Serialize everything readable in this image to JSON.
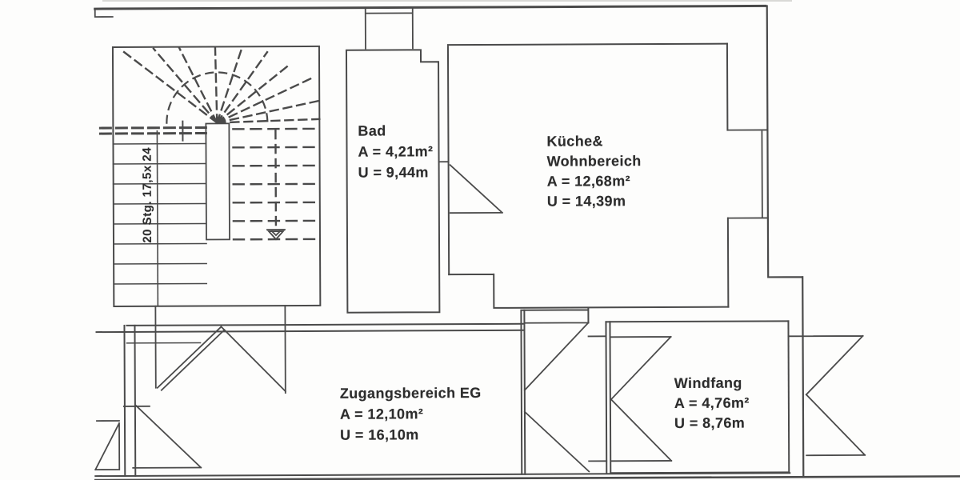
{
  "rooms": {
    "bad": {
      "name": "Bad",
      "area": "A = 4,21m²",
      "perimeter": "U = 9,44m"
    },
    "kueche": {
      "name_line1": "Küche&",
      "name_line2": "Wohnbereich",
      "area": "A = 12,68m²",
      "perimeter": "U = 14,39m"
    },
    "zugang": {
      "name": "Zugangsbereich EG",
      "area": "A = 12,10m²",
      "perimeter": "U = 16,10m"
    },
    "windfang": {
      "name": "Windfang",
      "area": "A = 4,76m²",
      "perimeter": "U = 8,76m"
    }
  },
  "stairs": {
    "annotation": "20 Stg. 17,5x 24"
  },
  "colors": {
    "wall": "#4a4a4a",
    "text": "#2d2d2d",
    "background": "#fdfdfc"
  }
}
